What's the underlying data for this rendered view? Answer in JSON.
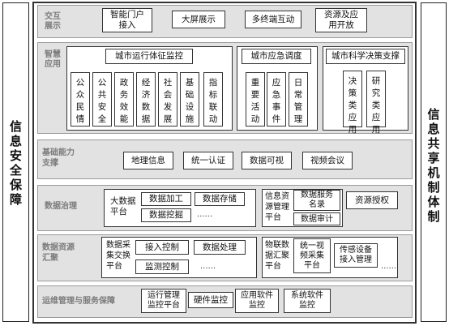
{
  "left_pillar": "信息安全保障",
  "right_pillar": "信息共享机制体制",
  "layers": {
    "interaction": {
      "label": "交互\n展示",
      "items": [
        "智能门户\n接入",
        "大屏展示",
        "多终端互动",
        "资源及应\n用开放"
      ]
    },
    "smart_app": {
      "label": "智慧\n应用",
      "city_monitor": {
        "title": "城市运行体征监控",
        "items": [
          "公众民情",
          "公共安全",
          "政务效能",
          "经济数据",
          "社会发展",
          "基础设施",
          "指标联动"
        ]
      },
      "emergency": {
        "title": "城市应急调度",
        "items": [
          "重要活动",
          "应急事件",
          "日常管理"
        ]
      },
      "decision": {
        "title": "城市科学决策支撑",
        "items": [
          "决策类应用",
          "研究类应用"
        ]
      }
    },
    "capability": {
      "label": "基础能力\n支撑",
      "items": [
        "地理信息",
        "统一认证",
        "数据可视",
        "视频会议"
      ]
    },
    "governance": {
      "label": "数据治理",
      "bigdata": {
        "label": "大数据\n平台",
        "items": [
          "数据加工",
          "数据存储",
          "数据挖掘"
        ],
        "more": "......"
      },
      "resource_mgmt": {
        "label": "信息资\n源管理\n平台",
        "items": [
          "数据服务\n名录",
          "数据审计"
        ]
      },
      "authorization": "资源授权"
    },
    "collection": {
      "label": "数据资源\n汇聚",
      "exchange": {
        "label": "数据采\n集交换\n平台",
        "items": [
          "接入控制",
          "数据处理",
          "监测控制"
        ],
        "more": "......"
      },
      "iot": {
        "label": "物联数\n据汇聚\n平台",
        "items": [
          "统一视\n频采集\n平台",
          "传感设备\n接入管理"
        ],
        "more": "......"
      }
    },
    "ops": {
      "label": "运维管理与服务保障",
      "items": [
        "运行管理\n监控平台",
        "硬件监控",
        "应用软件\n监控",
        "系统软件\n监控"
      ]
    }
  }
}
